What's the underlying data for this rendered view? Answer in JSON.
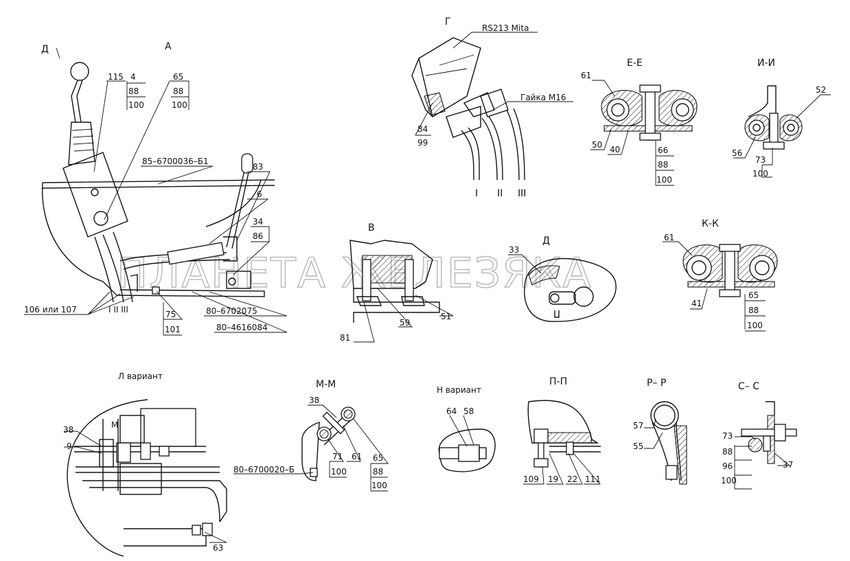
{
  "watermark": "ПЛАНЕТА ЖЕЛЕЗЯКА",
  "views": {
    "A": "А",
    "G": "Г",
    "EE": "Е-Е",
    "II": "И-И",
    "V": "В",
    "D": "Д",
    "KK": "К-К",
    "L": "Л вариант",
    "MM": "М-М",
    "N": "Н вариант",
    "PP": "П-П",
    "RR": "Р– Р",
    "SS": "С– С",
    "D_arrow": "Д",
    "M_mark": "М"
  },
  "labels": {
    "p115": "115",
    "p4": "4",
    "p88a": "88",
    "p100a": "100",
    "p65a": "65",
    "p88b": "88",
    "p100b": "100",
    "p85": "85–6700036–Б1",
    "p83": "83",
    "p6": "6",
    "p34": "34",
    "p86": "86",
    "p106": "106  или 107",
    "roman_a": "I  II  III",
    "p75": "75",
    "p101": "101",
    "p80a": "80–6702075",
    "p80b": "80–4616084",
    "rs": "RS213 Mita",
    "gaika": "Гайка М16",
    "p84": "84",
    "p99": "99",
    "roman_g": [
      "I",
      "II",
      "III"
    ],
    "p61a": "61",
    "p50": "50",
    "p40": "40",
    "p66": "66",
    "p88c": "88",
    "p100c": "100",
    "p52": "52",
    "p56": "56",
    "p73a": "73",
    "p100d": "100",
    "p81": "81",
    "p59": "59",
    "p51": "51",
    "p33": "33",
    "p61b": "61",
    "p41": "41",
    "p65b": "65",
    "p88d": "88",
    "p100e": "100",
    "p38a": "38",
    "p9": "9",
    "p63": "63",
    "p38b": "38",
    "p80c": "80–6700020–Б",
    "p71": "71",
    "p61c": "61",
    "p65c": "65",
    "p88e": "88",
    "p100f": "100",
    "p100g": "100",
    "p64": "64",
    "p58": "58",
    "p109": "109",
    "p19": "19",
    "p22": "22",
    "p111": "111",
    "p57": "57",
    "p55": "55",
    "p73b": "73",
    "p88f": "88",
    "p96": "96",
    "p100h": "100",
    "p37": "37"
  }
}
